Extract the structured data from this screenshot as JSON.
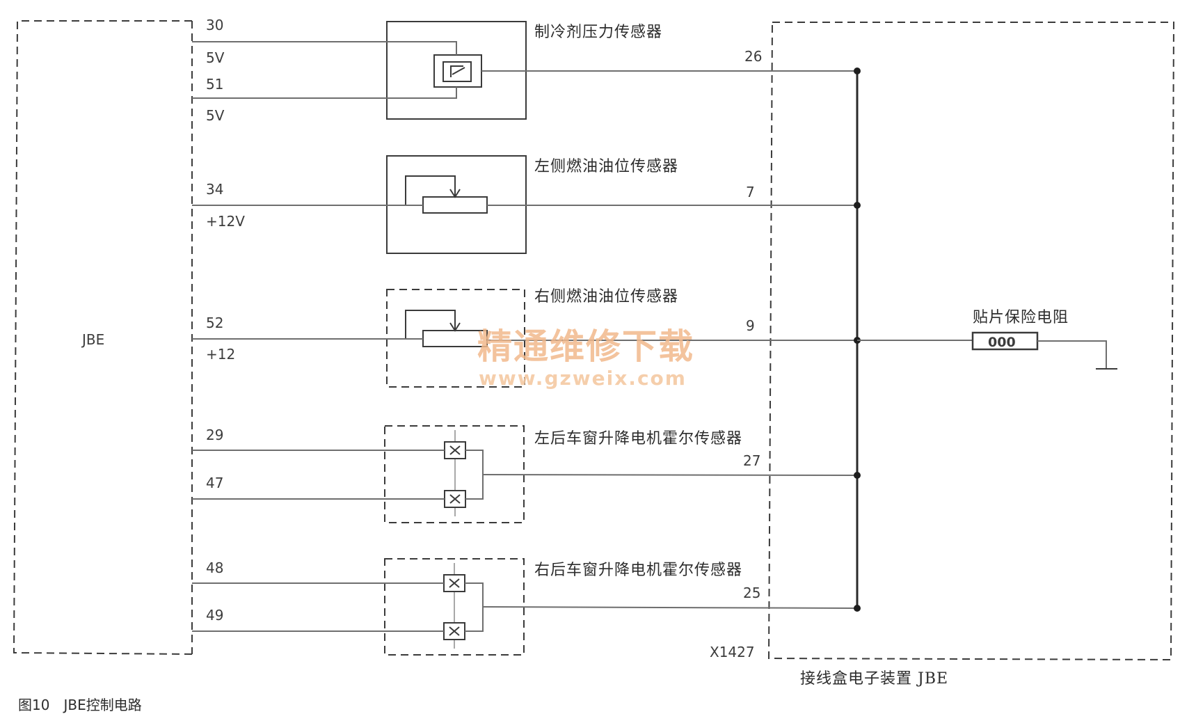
{
  "caption": "图10　JBE控制电路",
  "watermark": {
    "line1": "精通维修下载",
    "line2": "www.gzweix.com"
  },
  "module_left": {
    "label": "JBE"
  },
  "module_right": {
    "label": "接线盒电子装置 JBE",
    "connector": "X1427"
  },
  "fuse_resistor": {
    "label": "贴片保险电阻",
    "marking": "000"
  },
  "sensors": [
    {
      "label": "制冷剂压力传感器",
      "pins_left": [
        {
          "pin": "30",
          "note": "5V"
        },
        {
          "pin": "51",
          "note": "5V"
        }
      ],
      "pin_right": "26"
    },
    {
      "label": "左侧燃油油位传感器",
      "pins_left": [
        {
          "pin": "34",
          "note": "+12V"
        }
      ],
      "pin_right": "7"
    },
    {
      "label": "右侧燃油油位传感器",
      "pins_left": [
        {
          "pin": "52",
          "note": "+12"
        }
      ],
      "pin_right": "9"
    },
    {
      "label": "左后车窗升降电机霍尔传感器",
      "pins_left": [
        {
          "pin": "29",
          "note": ""
        },
        {
          "pin": "47",
          "note": ""
        }
      ],
      "pin_right": "27"
    },
    {
      "label": "右后车窗升降电机霍尔传感器",
      "pins_left": [
        {
          "pin": "48",
          "note": ""
        },
        {
          "pin": "49",
          "note": ""
        }
      ],
      "pin_right": "25"
    }
  ]
}
